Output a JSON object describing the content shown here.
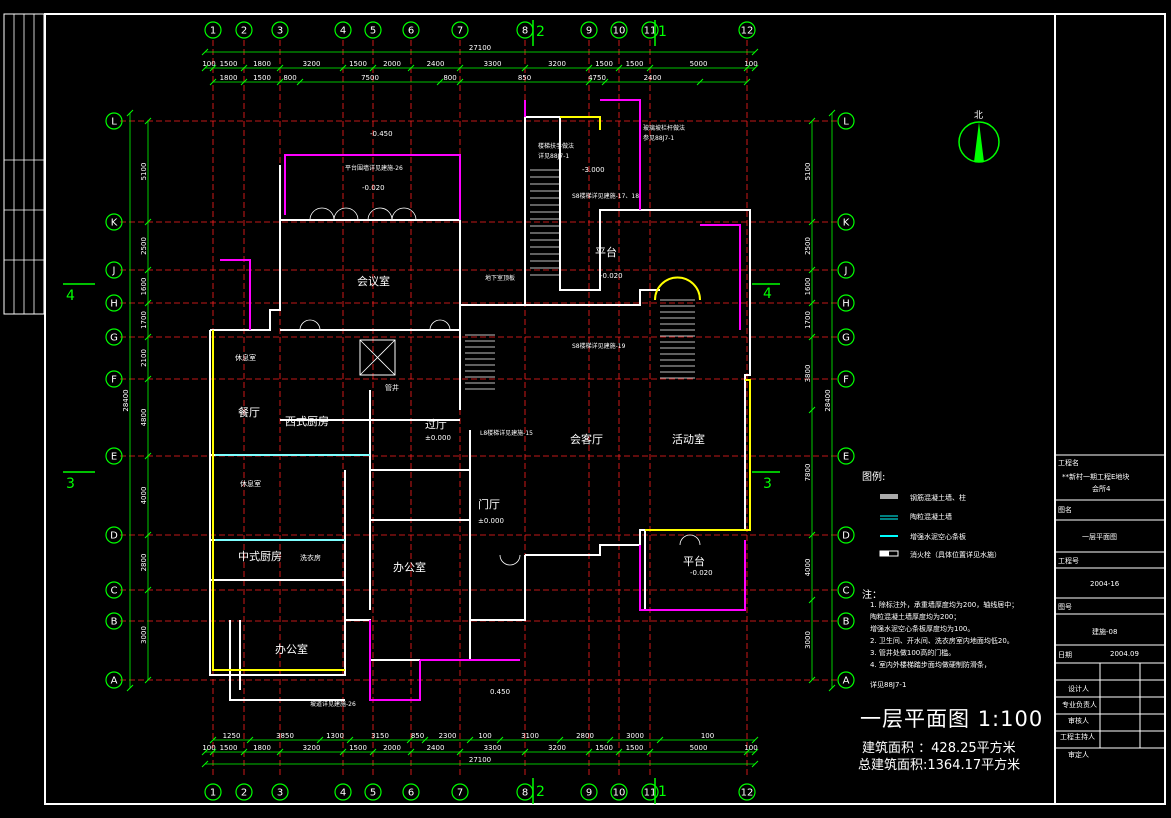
{
  "drawing": {
    "title": "一层平面图",
    "scale": "1:100",
    "area_label": "建筑面积",
    "area_value": "：428.25平方米",
    "total_area_label": "总建筑面积:",
    "total_area_value": "1364.17平方米"
  },
  "axes": {
    "vertical": [
      "1",
      "2",
      "3",
      "4",
      "5",
      "6",
      "7",
      "8",
      "9",
      "10",
      "11",
      "12"
    ],
    "horizontal": [
      "L",
      "K",
      "J",
      "H",
      "G",
      "F",
      "E",
      "D",
      "C",
      "B",
      "A"
    ]
  },
  "dimensions": {
    "top_total": "27100",
    "bottom_total": "27100",
    "left_total": "28400",
    "right_total": "28400",
    "top_row1": [
      "100",
      "1500",
      "1800",
      "3200",
      "1500",
      "2000",
      "2400",
      "3300",
      "3200",
      "1500",
      "1500",
      "5000",
      "100"
    ],
    "top_row2": [
      "1800",
      "1500",
      "800",
      "7500",
      "800",
      "850",
      "4750",
      "2400"
    ],
    "bottom_row1": [
      "1250",
      "3850",
      "1300",
      "3150",
      "850",
      "2300",
      "100",
      "3100",
      "2800",
      "3000",
      "100"
    ],
    "bottom_row2": [
      "100",
      "1500",
      "1800",
      "3200",
      "1500",
      "2000",
      "2400",
      "3300",
      "3200",
      "1500",
      "1500",
      "5000",
      "100"
    ],
    "left_col": [
      "5100",
      "2500",
      "1600",
      "1700",
      "2100",
      "4800",
      "4000",
      "2800",
      "3000"
    ],
    "right_col": [
      "5100",
      "2500",
      "1600",
      "1700",
      "3800",
      "7800",
      "4000",
      "3000"
    ]
  },
  "rooms": {
    "meeting_room": "会议室",
    "meeting_hall": "会客厅",
    "activity_room": "活动室",
    "western_kitchen": "西式厨房",
    "dining": "餐厅",
    "chinese_kitchen": "中式厨房",
    "office_1": "办公室",
    "office_2": "办公室",
    "hallway": "过厅",
    "entrance": "门厅",
    "platform_1": "平台",
    "platform_2": "平台",
    "rest_room_1": "休息室",
    "rest_room_2": "休息室",
    "laundry": "洗衣房",
    "pipe_well": "管井",
    "elevation_hall": "±0.000",
    "elevation_entry": "±0.000",
    "elev_n045": "-0.450",
    "elev_n002": "-0.020",
    "elev_n3": "-3.000",
    "elev_p045": "0.450",
    "elev_n002b": "-0.020",
    "elev_n002c": "-0.020"
  },
  "notes_callouts": {
    "platform_rail": "平台围墙详见建施-26",
    "stair_l8": "L8楼梯详见建施-15",
    "stair_s8": "S8楼梯详见建施-17、18",
    "stair_s8b": "S8楼梯详见建施-19",
    "underground": "地下室顶板",
    "railing": "玻璃坡栏杆做法",
    "railing_ref": "参见88J7-1",
    "ramp": "坡道详见建施-26",
    "stairs_rail": "楼梯扶手做法",
    "stairs_rail_ref": "详见88J7-1"
  },
  "north": "北",
  "section_marks": [
    "4",
    "4",
    "3",
    "3",
    "2",
    "2",
    "1",
    "1"
  ],
  "legend": {
    "title": "图例:",
    "items": [
      "钢筋混凝土墙、柱",
      "陶粒混凝土墙",
      "增强水泥空心条板",
      "消火栓（具体位置详见水施）"
    ]
  },
  "notes": {
    "title": "注：",
    "lines": [
      "1. 除标注外，承重墙厚度均为200，轴线居中；",
      "   陶粒混凝土墙厚度均为200；",
      "   增强水泥空心条板厚度均为100。",
      "2. 卫生间、开水间、洗衣房室内地面均低20。",
      "3. 管井处做100高的门槛。",
      "4. 室内外楼梯踏步面均做硬制防滑条，",
      "   详见88J7-1"
    ]
  },
  "title_block": {
    "project_label": "工程名",
    "project_name": "**新村一期工程E地块",
    "project_name2": "会所4",
    "drawing_label": "图名",
    "drawing_name": "一层平面图",
    "job_no_label": "工程号",
    "job_no": "2004-16",
    "sheet_label": "图号",
    "sheet_no": "建施-08",
    "date_label": "日期",
    "date": "2004.09",
    "sign_rows": [
      "设计人",
      "专业负责人",
      "审核人",
      "工程主持人",
      "审定人"
    ]
  },
  "colors": {
    "grid": "#ff2020",
    "wall": "#ffffff",
    "dim": "#00ff00",
    "text": "#ffffff",
    "stairs": "#ffff00",
    "rail": "#ff00ff",
    "hatch": "#00ffff"
  }
}
